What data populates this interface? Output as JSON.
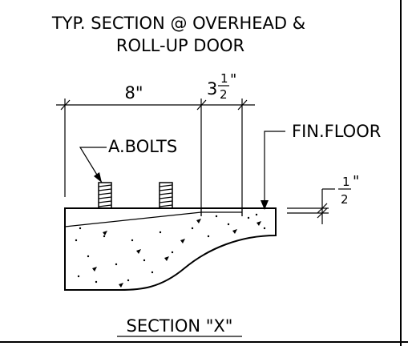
{
  "title": {
    "line1": "TYP. SECTION @ OVERHEAD &",
    "line2": "ROLL-UP DOOR"
  },
  "dimensions": {
    "width_8": "8\"",
    "width_3_whole": "3",
    "width_3_num": "1",
    "width_3_den": "2",
    "width_3_inch": "\"",
    "drop_num": "1",
    "drop_den": "2",
    "drop_inch": "\""
  },
  "labels": {
    "anchor_bolts": "A.BOLTS",
    "finish_floor": "FIN.FLOOR"
  },
  "caption": "SECTION \"X\""
}
